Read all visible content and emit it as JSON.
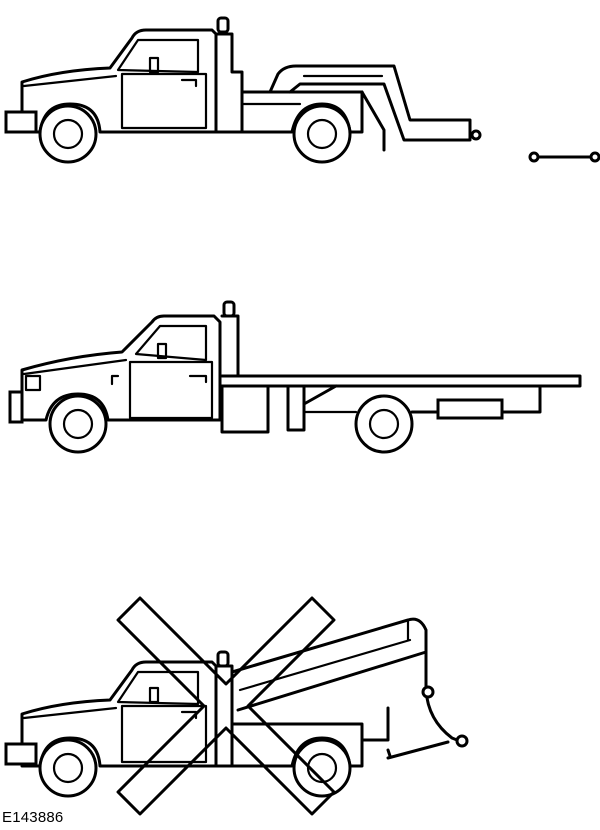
{
  "figure": {
    "code": "E143886"
  },
  "panels": [
    {
      "id": "wheel-lift-tow-truck",
      "status": "allowed"
    },
    {
      "id": "flatbed-tow-truck",
      "status": "allowed"
    },
    {
      "id": "sling-tow-truck",
      "status": "prohibited"
    }
  ],
  "colors": {
    "line": "#000000",
    "background": "#ffffff"
  },
  "icons": {
    "prohibited_mark": "cross-x-icon"
  }
}
